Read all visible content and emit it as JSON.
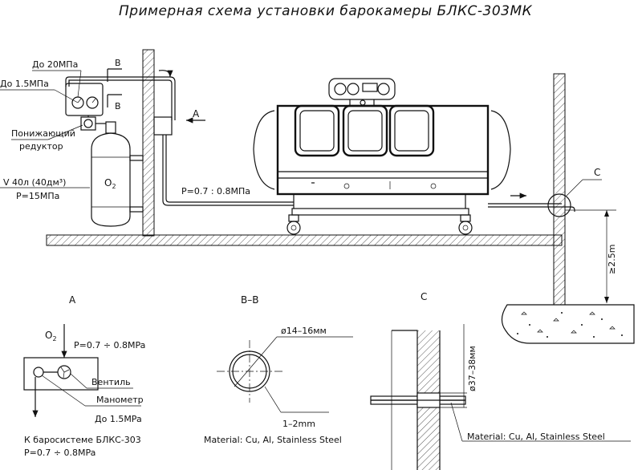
{
  "title": "Примерная схема установки барокамеры БЛКС-303МК",
  "main": {
    "gauge_20": "До 20МПа",
    "gauge_15": "До 1.5МПа",
    "section_mark": "B",
    "reducer_line1": "Понижающий",
    "reducer_line2": "редуктор",
    "cylinder_gas": "O",
    "cylinder_gas_sub": "2",
    "cylinder_volume": "V  40л (40дм³)",
    "cylinder_pressure": "P=15МПа",
    "view_arrow": "A",
    "pipe_pressure": "P=0.7  :  0.8МПа",
    "detail_mark": "C",
    "height_mark": "≥2.5m"
  },
  "view_a": {
    "title": "A",
    "gas": "O",
    "gas_sub": "2",
    "pressure": "P=0.7 ÷ 0.8MPa",
    "valve": "Вентиль",
    "manometer": "Манометр",
    "gauge_range": "До 1.5MPa",
    "to_system": "К баросистеме БЛКС-303",
    "out_pressure": "P=0.7 ÷ 0.8MPa"
  },
  "view_bb": {
    "title": "B–B",
    "diameter": "ø14–16мм",
    "wall": "1–2mm",
    "material": "Material: Cu, Al, Stainless Steel"
  },
  "view_c": {
    "title": "C",
    "diameter": "ø37–38мм",
    "material": "Material: Cu, Al, Stainless Steel"
  }
}
